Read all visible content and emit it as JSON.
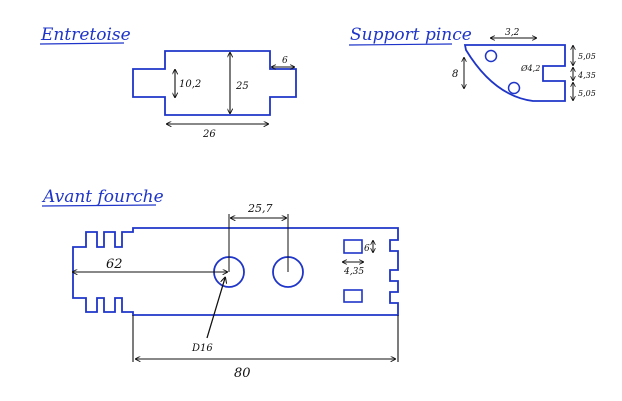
{
  "colors": {
    "ink_blue": "#1f35c9",
    "ink_black": "#111111",
    "paper": "#ffffff"
  },
  "sections": {
    "entretoise": {
      "title": "Entretoise",
      "dim_height_inner": "10,2",
      "dim_height_total": "25",
      "dim_tab": "6",
      "dim_width": "26"
    },
    "support_pince": {
      "title": "Support pince",
      "dim_top": "3,2",
      "dim_left": "8",
      "dim_hole": "Ø4,2",
      "dim_r1": "5,05",
      "dim_r2": "4,35",
      "dim_r3": "5,05"
    },
    "avant_fourche": {
      "title": "Avant fourche",
      "dim_spacing": "25,7",
      "dim_62": "62",
      "dim_slot_h": "6",
      "dim_slot_w": "4,35",
      "dim_diameter": "D16",
      "dim_total": "80"
    }
  }
}
